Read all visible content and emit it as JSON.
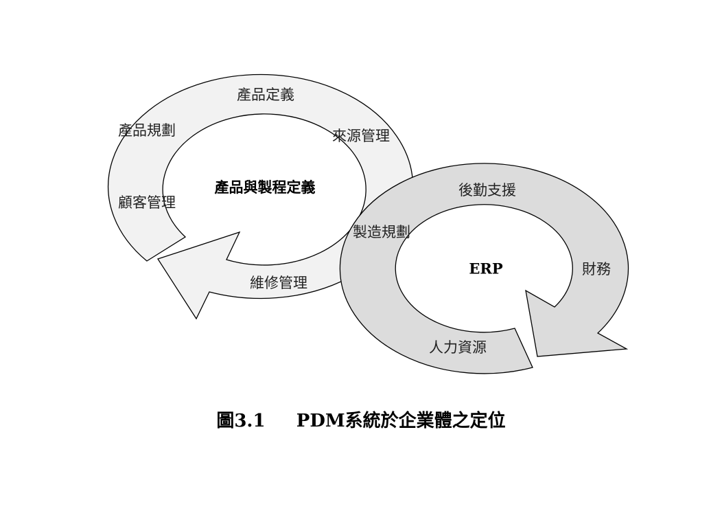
{
  "colors": {
    "pdm_fill": "#f2f2f2",
    "erp_fill": "#dcdcdc",
    "stroke": "#000000"
  },
  "pdm_cycle": {
    "center": "產品與製程定義",
    "labels": [
      "產品定義",
      "來源管理",
      "產品規劃",
      "顧客管理",
      "製造規劃",
      "維修管理"
    ]
  },
  "erp_cycle": {
    "center": "ERP",
    "labels": [
      "後勤支援",
      "財務",
      "人力資源"
    ]
  },
  "caption": "圖3.1     PDM系統於企業體之定位"
}
